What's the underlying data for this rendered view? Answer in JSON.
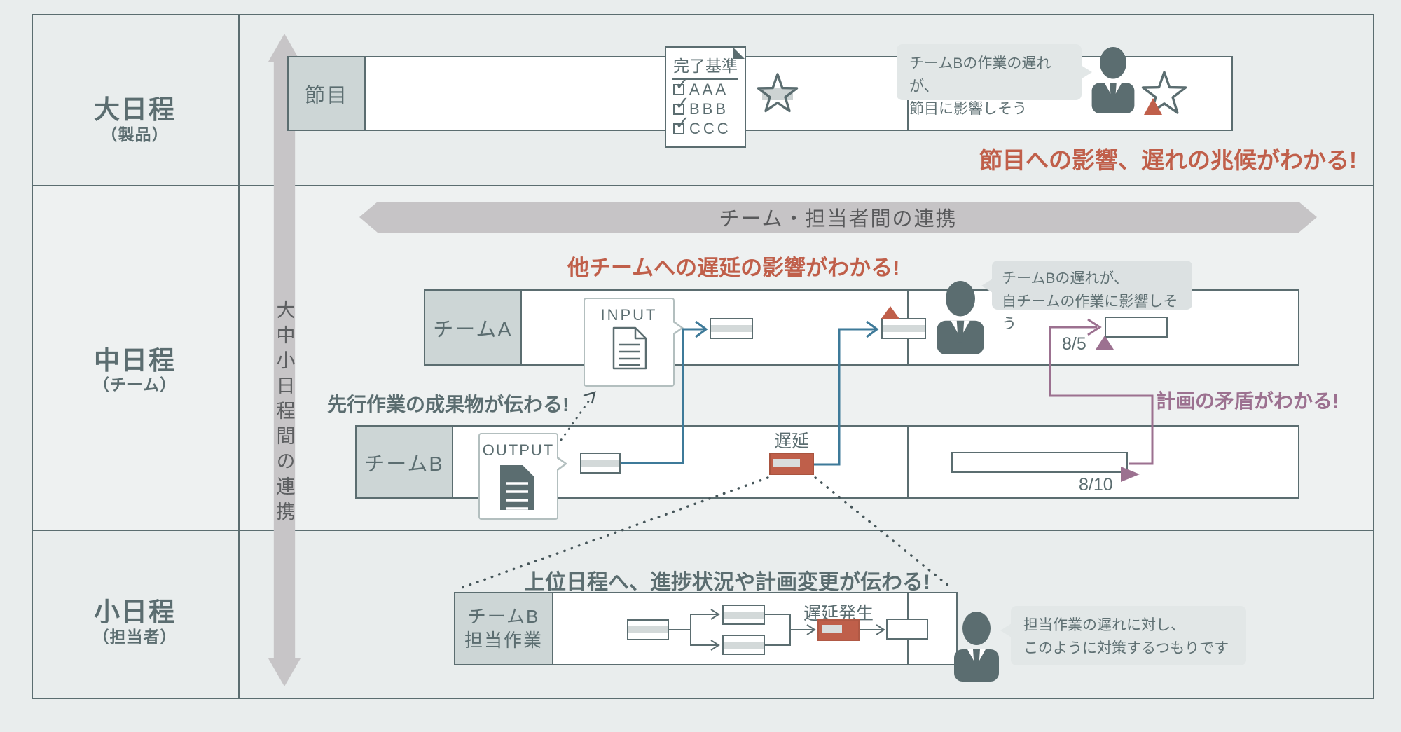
{
  "colors": {
    "slate": "#5b6d70",
    "accent_red": "#c05f4a",
    "accent_purple": "#9c7190",
    "accent_blue": "#3e7a99",
    "cell_fill": "#cdd6d6",
    "row_band_fill": "#eef1f1",
    "banner_fill": "#c6c4c6",
    "page_bg": "#e9eded"
  },
  "left_column": {
    "large": {
      "title": "大日程",
      "subtitle": "（製品）"
    },
    "medium": {
      "title": "中日程",
      "subtitle": "（チーム）"
    },
    "small": {
      "title": "小日程",
      "subtitle": "（担当者）"
    }
  },
  "spine": {
    "label": "大中小日程間の連携"
  },
  "product_row": {
    "milestone_label": "節目",
    "criteria_card": {
      "title": "完了基準",
      "items": [
        "AAA",
        "BBB",
        "CCC"
      ]
    },
    "bubble": {
      "line1": "チームBの作業の遅れが、",
      "line2": "節目に影響しそう"
    },
    "highlight": "節目への影響、遅れの兆候がわかる!"
  },
  "team_row": {
    "banner": "チーム・担当者間の連携",
    "delay_highlight": "他チームへの遅延の影響がわかる!",
    "team_a_label": "チームA",
    "input_label": "INPUT",
    "team_a_bubble": {
      "line1": "チームBの遅れが、",
      "line2": "自チームの作業に影響しそう"
    },
    "start_date": "8/5",
    "conflict_highlight": "計画の矛盾がわかる!",
    "deliverable_note": "先行作業の成果物が伝わる!",
    "team_b_label": "チームB",
    "output_label": "OUTPUT",
    "delay_label": "遅延",
    "finish_date": "8/10"
  },
  "worker_row": {
    "escalation_note": "上位日程へ、進捗状況や計画変更が伝わる!",
    "box_label_line1": "チームB",
    "box_label_line2": "担当作業",
    "delay_label": "遅延発生",
    "bubble": {
      "line1": "担当作業の遅れに対し、",
      "line2": "このように対策するつもりです"
    }
  }
}
